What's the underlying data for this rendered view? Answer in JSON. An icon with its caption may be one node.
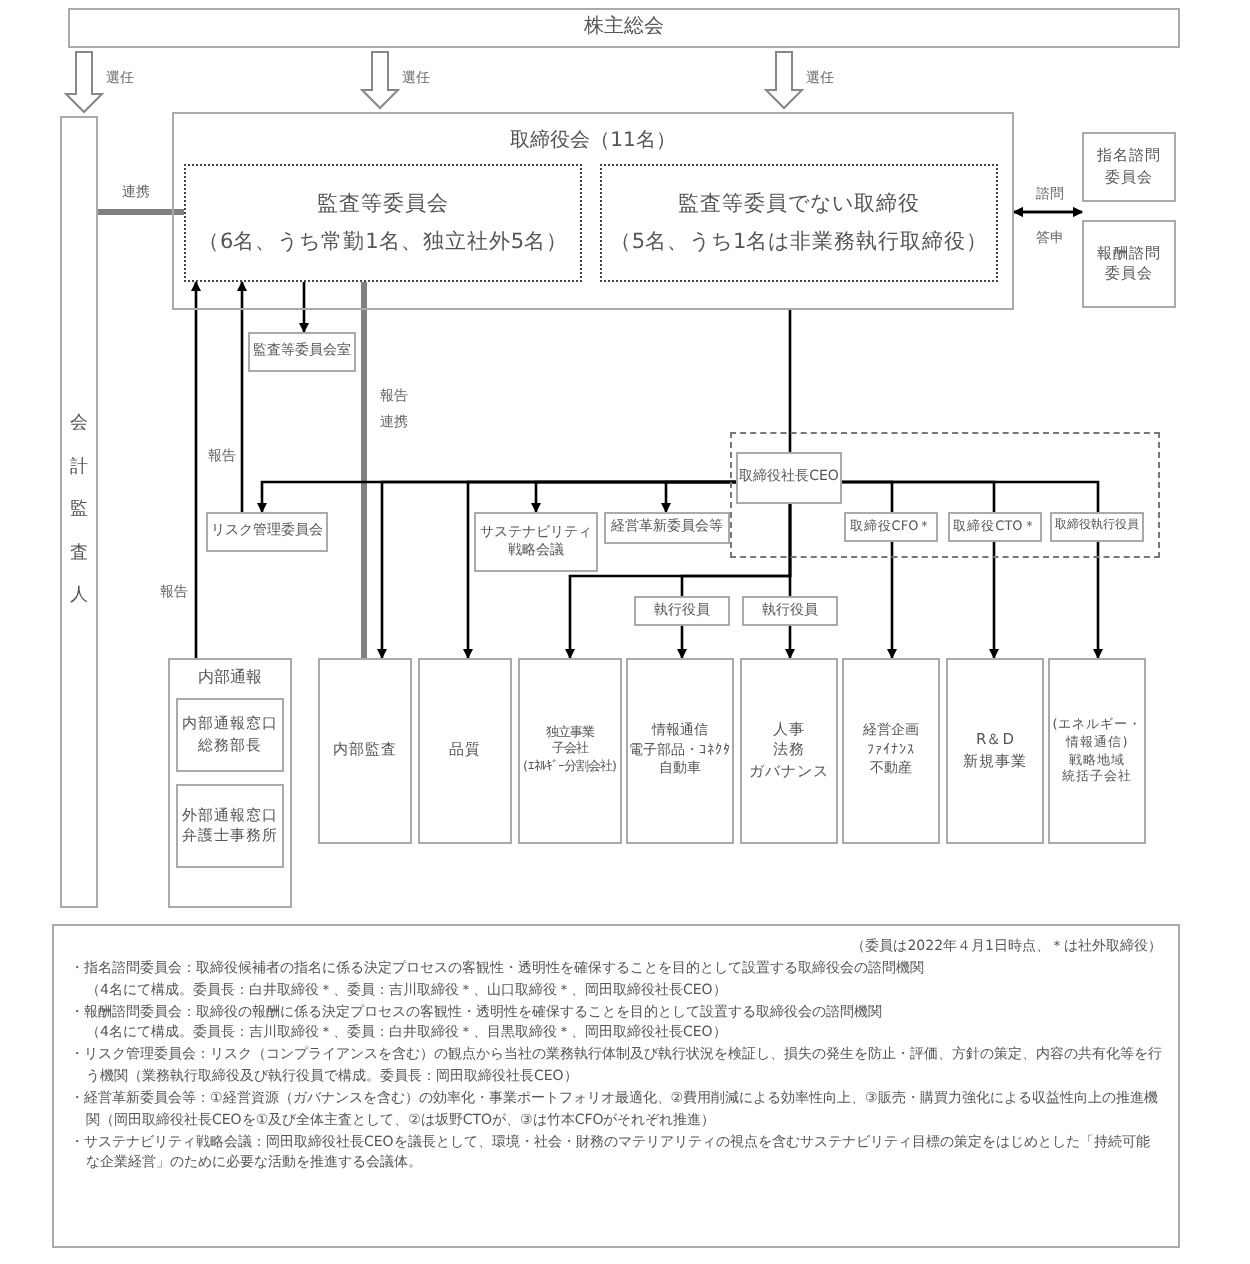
{
  "diagram": {
    "nodes": [
      {
        "text": [
          "株主総会"
        ]
      },
      {
        "text": [
          "会計監査人"
        ]
      },
      {
        "text": [
          "取締役会（11名）"
        ]
      },
      {
        "text": [
          "監査等委員会",
          "（6名、うち常勤1名、独立社外5名）"
        ],
        "in": 2
      },
      {
        "text": [
          "監査等委員でない取締役",
          "（5名、うち1名は非業務執行取締役）"
        ],
        "in": 2
      },
      {
        "text": [
          "指名諮問委員会"
        ]
      },
      {
        "text": [
          "報酬諮問委員会"
        ]
      },
      {
        "text": [
          "監査等委員会室"
        ]
      },
      {
        "text": [
          "リスク管理委員会"
        ]
      },
      {
        "text": [
          "サステナビリティ戦略会議"
        ]
      },
      {
        "text": [
          "経営革新委員会等"
        ]
      },
      {
        "text": [],
        "shape": "box"
      },
      {
        "text": [
          "取締役社長CEO"
        ],
        "in": 11
      },
      {
        "text": [
          "取締役CFO＊"
        ],
        "in": 11
      },
      {
        "text": [
          "取締役CTO＊"
        ],
        "in": 11
      },
      {
        "text": [
          "取締役執行役員"
        ],
        "in": 11
      },
      {
        "text": [
          "執行役員"
        ]
      },
      {
        "text": [
          "執行役員"
        ]
      },
      {
        "text": [
          "内部通報"
        ]
      },
      {
        "text": [
          "内部通報窓口",
          "総務部長"
        ],
        "in": 18
      },
      {
        "text": [
          "外部通報窓口",
          "弁護士事務所"
        ],
        "in": 18
      },
      {
        "text": [
          "内部監査"
        ]
      },
      {
        "text": [
          "品質"
        ]
      },
      {
        "text": [
          "独立事業",
          "子会社",
          "(ｴﾈﾙｷﾞｰ分割会社)"
        ]
      },
      {
        "text": [
          "情報通信",
          "電子部品・ｺﾈｸﾀ",
          "自動車"
        ]
      },
      {
        "text": [
          "人事",
          "法務",
          "ガバナンス"
        ]
      },
      {
        "text": [
          "経営企画",
          "ﾌｧｲﾅﾝｽ",
          "不動産"
        ]
      },
      {
        "text": [
          "R＆D",
          "新規事業"
        ]
      },
      {
        "text": [
          "(エネルギー・情報通信)",
          "戦略地域",
          "統括子会社"
        ]
      },
      {
        "text": [
          "（委員は2022年４月1日時点、＊は社外取締役）",
          "・指名諮問委員会：取締役候補者の指名に係る決定プロセスの客観性・透明性を確保することを目的として設置する取締役会の諮問機関",
          "（4名にて構成。委員長：白井取締役＊、委員：吉川取締役＊、山口取締役＊、岡田取締役社長CEO）",
          "・報酬諮問委員会：取締役の報酬に係る決定プロセスの客観性・透明性を確保することを目的として設置する取締役会の諮問機関",
          "（4名にて構成。委員長：吉川取締役＊、委員：白井取締役＊、目黒取締役＊、岡田取締役社長CEO）",
          "・リスク管理委員会：リスク（コンプライアンスを含む）の観点から当社の業務執行体制及び執行状況を検証し、損失の発生を防止・評価、方針の策定、内容の共有化等を行う機関（業務執行取締役及び執行役員で構成。委員長：岡田取締役社長CEO）",
          "・経営革新委員会等：①経営資源（ガバナンスを含む）の効率化・事業ポートフォリオ最適化、②費用削減による効率性向上、③販売・購買力強化による収益性向上の推進機関（岡田取締役社長CEOを①及び全体主査として、②は坂野CTOが、③は竹本CFOがそれぞれ推進）",
          "・サステナビリティ戦略会議：岡田取締役社長CEOを議長として、環境・社会・財務のマテリアリティの視点を含むサステナビリティ目標の策定をはじめとした「持続可能な企業経営」のために必要な活動を推進する会議体。"
        ]
      }
    ],
    "edges": [
      {
        "from": 0,
        "to": 1,
        "arrow": "to",
        "label": "選任"
      },
      {
        "from": 0,
        "to": 2,
        "arrow": "to",
        "label": "選任"
      },
      {
        "from": 0,
        "to": 2,
        "arrow": "to",
        "label": "選任"
      },
      {
        "from": 1,
        "to": 3,
        "arrow": "none",
        "label": "連携",
        "style": "thick",
        "color": "#808080"
      },
      {
        "from": 2,
        "to": 5,
        "arrow": "both",
        "label": "諮問"
      },
      {
        "from": 2,
        "to": 6,
        "arrow": "both",
        "label": "答申"
      },
      {
        "from": 18,
        "to": 3,
        "arrow": "to",
        "label": "報告"
      },
      {
        "from": 8,
        "to": 3,
        "arrow": "to",
        "label": "報告"
      },
      {
        "from": 3,
        "to": 7,
        "arrow": "to"
      },
      {
        "from": 3,
        "to": 21,
        "arrow": "none",
        "label": "報告連携",
        "style": "thick",
        "color": "#808080"
      },
      {
        "from": 2,
        "to": 12,
        "arrow": "none"
      },
      {
        "from": 12,
        "to": 8,
        "arrow": "to"
      },
      {
        "from": 12,
        "to": 21,
        "arrow": "to"
      },
      {
        "from": 12,
        "to": 22,
        "arrow": "to"
      },
      {
        "from": 12,
        "to": 9,
        "arrow": "to"
      },
      {
        "from": 12,
        "to": 10,
        "arrow": "to"
      },
      {
        "from": 12,
        "to": 13,
        "arrow": "none"
      },
      {
        "from": 13,
        "to": 26,
        "arrow": "to"
      },
      {
        "from": 12,
        "to": 14,
        "arrow": "none"
      },
      {
        "from": 14,
        "to": 27,
        "arrow": "to"
      },
      {
        "from": 12,
        "to": 15,
        "arrow": "none"
      },
      {
        "from": 15,
        "to": 28,
        "arrow": "to"
      },
      {
        "from": 12,
        "to": 23,
        "arrow": "to"
      },
      {
        "from": 12,
        "to": 16,
        "arrow": "none"
      },
      {
        "from": 16,
        "to": 24,
        "arrow": "to"
      },
      {
        "from": 12,
        "to": 17,
        "arrow": "none"
      },
      {
        "from": 17,
        "to": 25,
        "arrow": "to"
      }
    ]
  }
}
